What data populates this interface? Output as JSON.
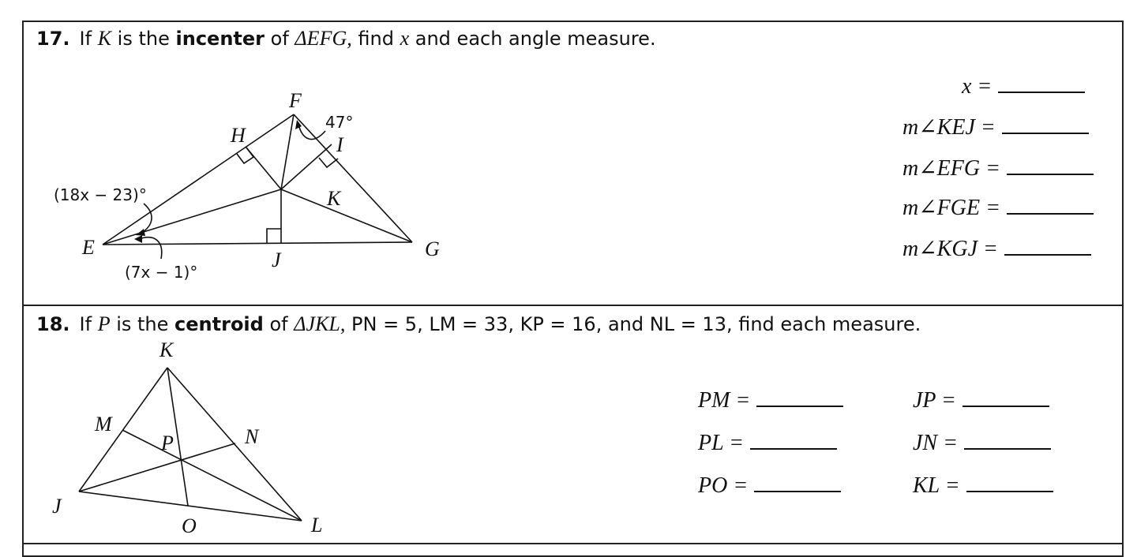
{
  "q17": {
    "number": "17.",
    "pre": "If",
    "point": "K",
    "mid": "is the",
    "keyword": "incenter",
    "of": "of",
    "triangle": "ΔEFG,",
    "post1": "find",
    "var": "x",
    "post2": "and each angle measure.",
    "answers": [
      {
        "label": "x ="
      },
      {
        "label": "m∠KEJ ="
      },
      {
        "label": "m∠EFG ="
      },
      {
        "label": "m∠FGE  ="
      },
      {
        "label": "m∠KGJ ="
      }
    ],
    "figure": {
      "vertex_labels": {
        "F": "F",
        "H": "H",
        "I": "I",
        "K": "K",
        "E": "E",
        "J": "J",
        "G": "G"
      },
      "angle_labels": {
        "top": "47°",
        "upper": "(18x − 23)°",
        "lower": "(7x − 1)°"
      }
    }
  },
  "q18": {
    "number": "18.",
    "pre": "If",
    "point": "P",
    "mid": "is the",
    "keyword": "centroid",
    "of": "of",
    "triangle": "ΔJKL,",
    "given": "PN = 5, LM = 33, KP = 16, and NL = 13, find each measure.",
    "answers_left": [
      {
        "label": "PM ="
      },
      {
        "label": "PL ="
      },
      {
        "label": "PO ="
      }
    ],
    "answers_right": [
      {
        "label": "JP ="
      },
      {
        "label": "JN ="
      },
      {
        "label": "KL ="
      }
    ],
    "figure": {
      "vertex_labels": {
        "K": "K",
        "M": "M",
        "N": "N",
        "P": "P",
        "J": "J",
        "O": "O",
        "L": "L"
      }
    }
  }
}
